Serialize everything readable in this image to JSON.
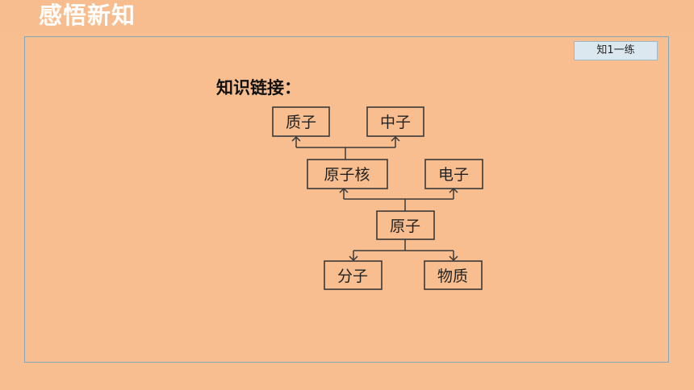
{
  "header": {
    "title": "感悟新知",
    "badge": "知1一练"
  },
  "colors": {
    "background": "#f8be8f",
    "band": "#f7bd8e",
    "text": "#222222",
    "border": "#7fa8bf"
  },
  "diagram": {
    "heading": "知识链接：",
    "nodes": {
      "proton": "质子",
      "neutron": "中子",
      "nucleus": "原子核",
      "electron": "电子",
      "atom": "原子",
      "molecule": "分子",
      "matter": "物质"
    }
  }
}
